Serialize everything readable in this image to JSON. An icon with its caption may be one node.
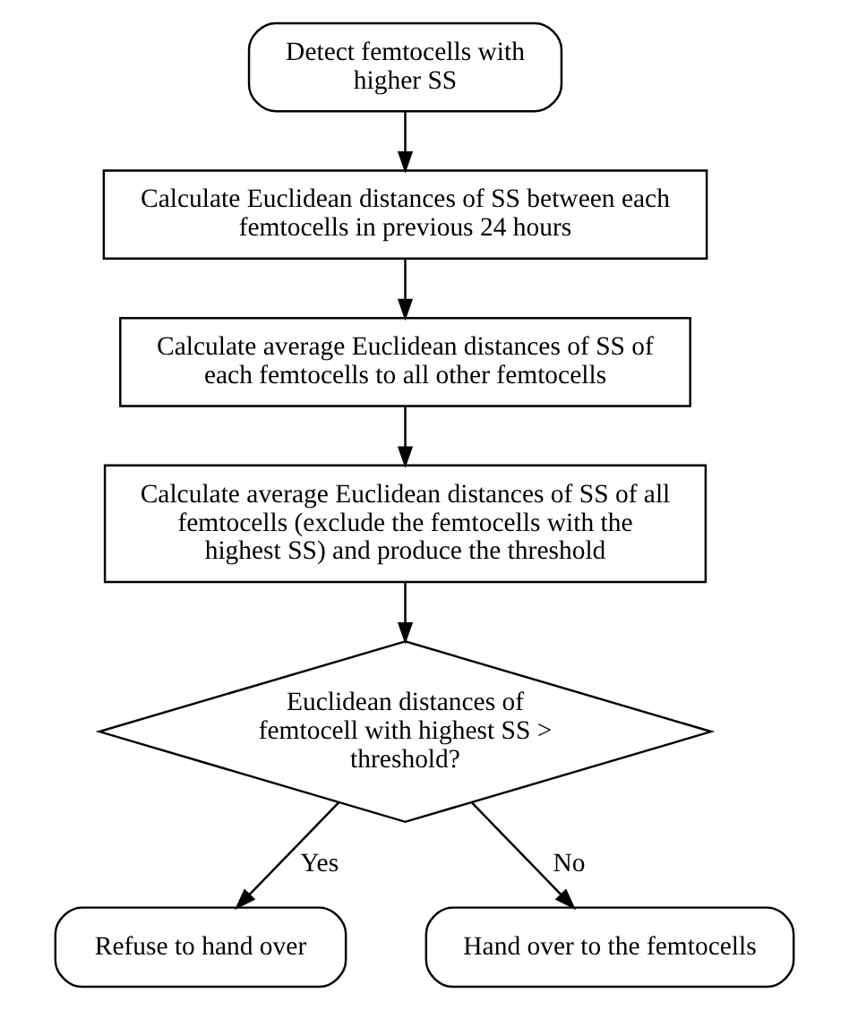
{
  "diagram": {
    "nodes": [
      {
        "text": [
          "Detect femtocells with higher SS"
        ]
      },
      {
        "text": [
          "Calculate Euclidean distances of SS between each femtocells in previous 24 hours"
        ]
      },
      {
        "text": [
          "Calculate average Euclidean distances of SS of each femtocells to all other femtocells"
        ]
      },
      {
        "text": [
          "Calculate average Euclidean distances of SS of all femtocells (exclude the femtocells with the highest SS) and produce the threshold"
        ]
      },
      {
        "text": [
          "Euclidean distances of femtocell with highest SS > threshold?"
        ]
      },
      {
        "text": [
          "Refuse to hand over"
        ]
      },
      {
        "text": [
          "Hand over to the femtocells"
        ]
      }
    ],
    "edges": [
      {
        "from": 0,
        "to": 1,
        "arrow": "to"
      },
      {
        "from": 1,
        "to": 2,
        "arrow": "to"
      },
      {
        "from": 2,
        "to": 3,
        "arrow": "to"
      },
      {
        "from": 3,
        "to": 4,
        "arrow": "to"
      },
      {
        "from": 4,
        "to": 5,
        "arrow": "to",
        "label": "Yes"
      },
      {
        "from": 4,
        "to": 6,
        "arrow": "to",
        "label": "No"
      }
    ]
  }
}
